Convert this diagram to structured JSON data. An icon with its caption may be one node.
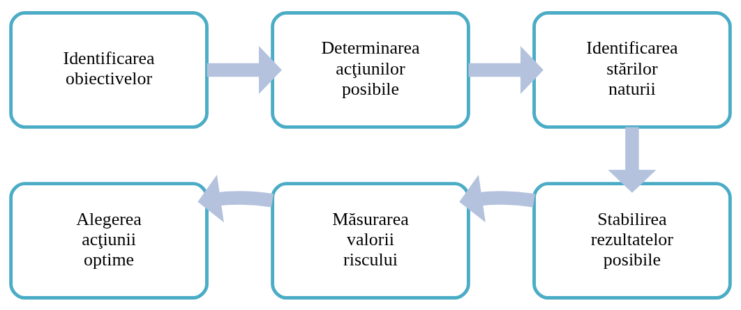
{
  "diagram": {
    "nodes": [
      {
        "text": [
          "Identificarea obiectivelor"
        ]
      },
      {
        "text": [
          "Determinarea acţiunilor posibile"
        ]
      },
      {
        "text": [
          "Identificarea stărilor naturii"
        ]
      },
      {
        "text": [
          "Stabilirea rezultatelor posibile"
        ]
      },
      {
        "text": [
          "Măsurarea valorii riscului"
        ]
      },
      {
        "text": [
          "Alegerea acţiunii optime"
        ]
      }
    ],
    "edges": [
      {
        "from": 0,
        "to": 1,
        "arrow": "to"
      },
      {
        "from": 1,
        "to": 2,
        "arrow": "to"
      },
      {
        "from": 2,
        "to": 3,
        "arrow": "to"
      },
      {
        "from": 3,
        "to": 4,
        "arrow": "to"
      },
      {
        "from": 4,
        "to": 5,
        "arrow": "to"
      }
    ]
  }
}
